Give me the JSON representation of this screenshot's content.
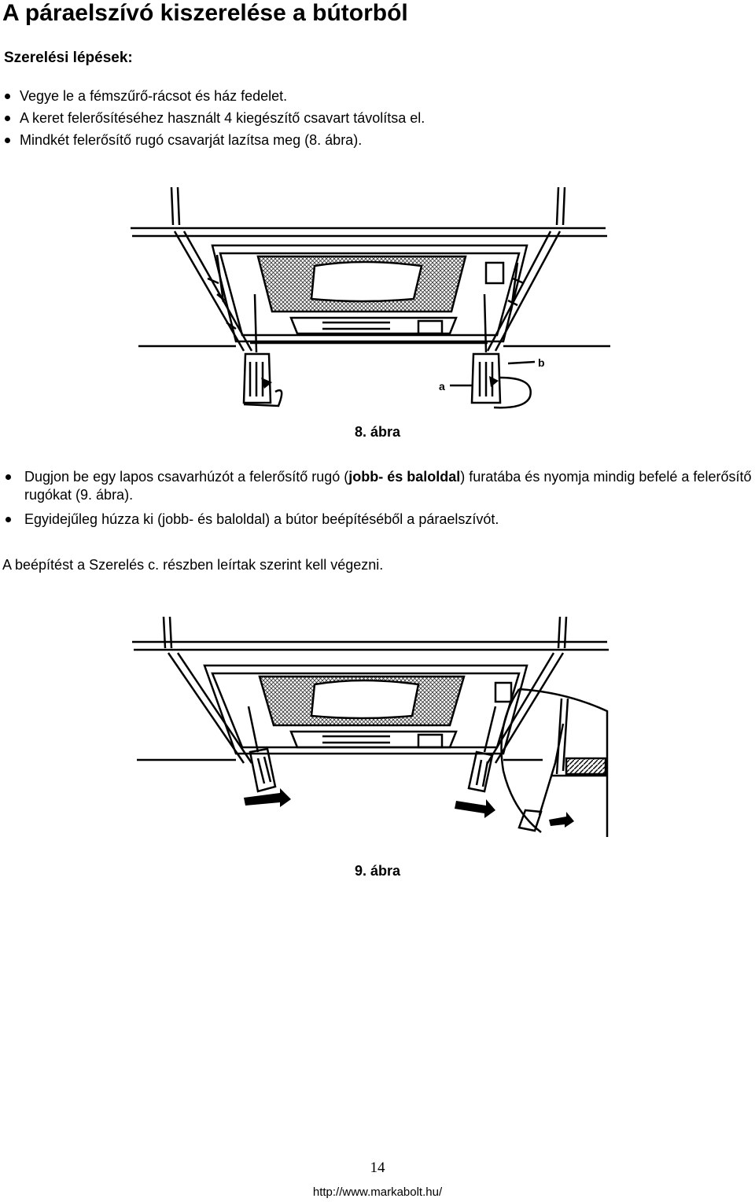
{
  "page": {
    "title": "A páraelszívó kiszerelése a bútorból",
    "subtitle": "Szerelési lépések:"
  },
  "steps_1": [
    "Vegye le a fémszűrő-rácsot és ház fedelet.",
    "A keret felerősítéséhez használt 4 kiegészítő csavart távolítsa el.",
    "Mindkét felerősítő rugó csavarját lazítsa meg (8. ábra)."
  ],
  "figure_8": {
    "caption": "8. ábra",
    "label_a": "a",
    "label_b": "b"
  },
  "steps_2": [
    {
      "before": "Dugjon be egy lapos csavarhúzót a felerősítő rugó (",
      "bold": "jobb- és baloldal",
      "after": ") furatába és nyomja mindig befelé a felerősítő rugókat (9. ábra)."
    },
    {
      "text": "Egyidejűleg húzza ki (jobb- és baloldal) a bútor beépítéséből a páraelszívót."
    }
  ],
  "note": "A beépítést a Szerelés c. részben leírtak szerint kell végezni.",
  "figure_9": {
    "caption": "9. ábra"
  },
  "footer": {
    "page_number": "14",
    "url": "http://www.markabolt.hu/"
  }
}
